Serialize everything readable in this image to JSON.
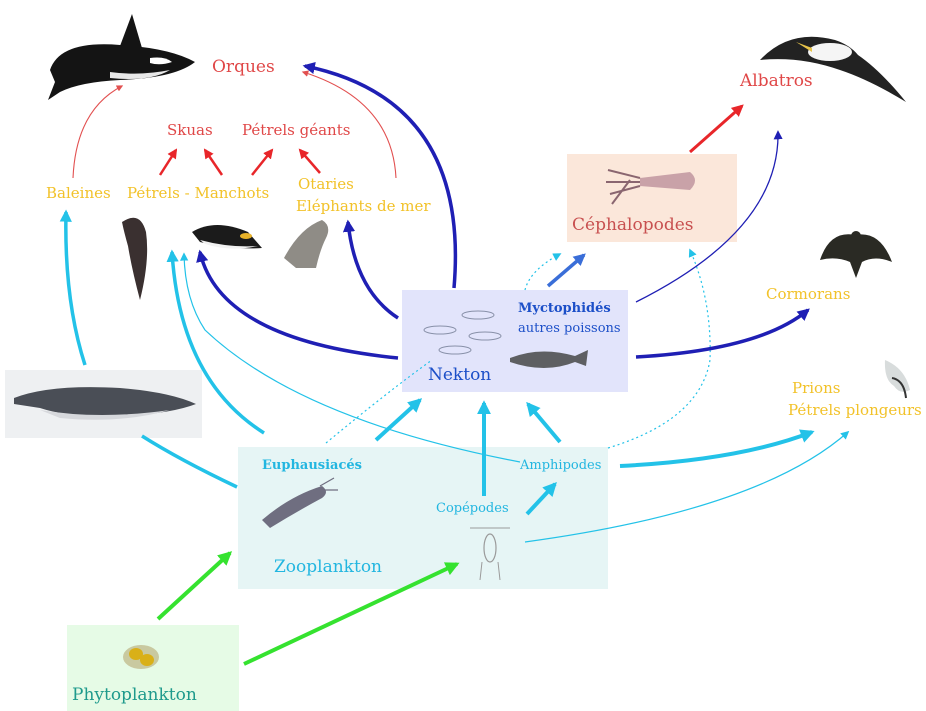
{
  "colors": {
    "predator_label": "#e04848",
    "consumer_label": "#f2c22a",
    "nekton_label": "#1c4fc8",
    "zoo_label": "#22b6e0",
    "phyto_label": "#1e9a8c",
    "arrow_red": "#e8262a",
    "arrow_red_thin": "#e25050",
    "arrow_blue": "#1f1fb4",
    "arrow_mid_blue": "#3a6ed8",
    "arrow_cyan": "#23c2e8",
    "arrow_green": "#35e22f",
    "box_nekton": "#e2e4fb",
    "box_zoo": "#e6f5f5",
    "box_phyto": "#e6fbe6",
    "box_cephalo": "#fbe7da"
  },
  "labels": {
    "orques": "Orques",
    "albatros": "Albatros",
    "skuas": "Skuas",
    "petrels_geants": "Pétrels géants",
    "baleines": "Baleines",
    "petrels_manchots": "Pétrels - Manchots",
    "otaries": "Otaries",
    "elephants": "Eléphants de mer",
    "cephalopodes": "Céphalopodes",
    "cormorans": "Cormorans",
    "myctophides": "Myctophidés",
    "autres_poissons": "autres poissons",
    "nekton": "Nekton",
    "prions": "Prions",
    "petrels_plongeurs": "Pétrels plongeurs",
    "euphausiaces": "Euphausiacés",
    "amphipodes": "Amphipodes",
    "copepodes": "Copépodes",
    "zooplankton": "Zooplankton",
    "phytoplankton": "Phytoplankton"
  },
  "icons": [
    "orca-icon",
    "albatross-icon",
    "squid-icon",
    "cormorant-icon",
    "prion-bird-icon",
    "petrel-bird-icon",
    "penguin-icon",
    "sea-lion-icon",
    "whale-icon",
    "fish-school-icon",
    "toothfish-icon",
    "krill-icon",
    "copepod-icon",
    "diatom-icon"
  ]
}
